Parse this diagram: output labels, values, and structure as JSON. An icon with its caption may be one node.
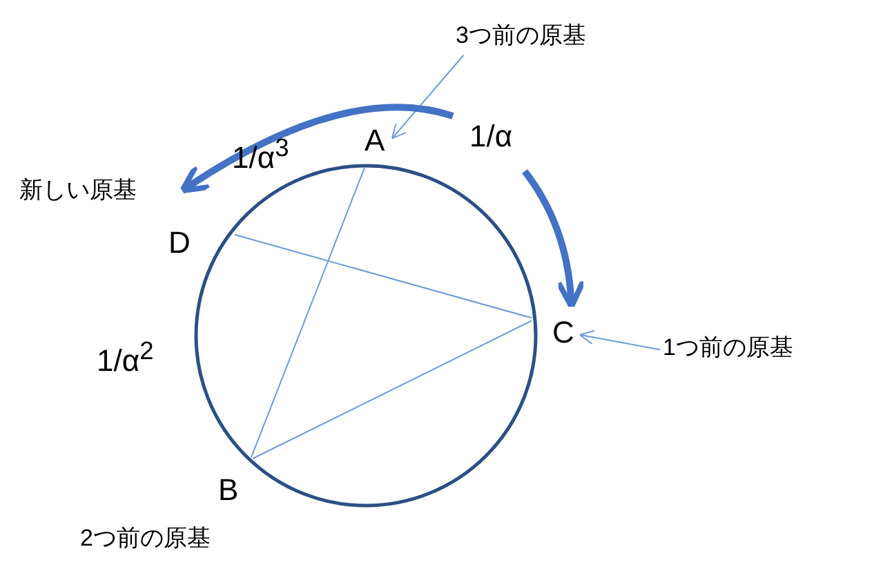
{
  "diagram": {
    "nodes": [
      {
        "text": [
          "3つ前の原基"
        ]
      },
      {
        "text": [
          "A"
        ]
      },
      {
        "text": [
          "新しい原基"
        ]
      },
      {
        "text": [
          "D"
        ]
      },
      {
        "text": [
          "C"
        ]
      },
      {
        "text": [
          "1つ前の原基"
        ]
      },
      {
        "text": [
          "B"
        ]
      }
    ],
    "edges": [
      {
        "from": 0,
        "to": 1,
        "arrow": "to"
      },
      {
        "from": 5,
        "to": 4,
        "arrow": "to"
      },
      {
        "from": null,
        "to": 2,
        "arrow": "to",
        "style": "thick"
      },
      {
        "from": null,
        "to": 4,
        "arrow": "to",
        "style": "thick"
      },
      {
        "from": 1,
        "to": 6,
        "arrow": "none"
      },
      {
        "from": 3,
        "to": 4,
        "arrow": "none"
      },
      {
        "from": 4,
        "to": 6,
        "arrow": "none"
      }
    ],
    "labels": [
      "1/α",
      "1/α$^{3}$",
      "1/α$^{2}$",
      "2つ前の原基"
    ]
  }
}
